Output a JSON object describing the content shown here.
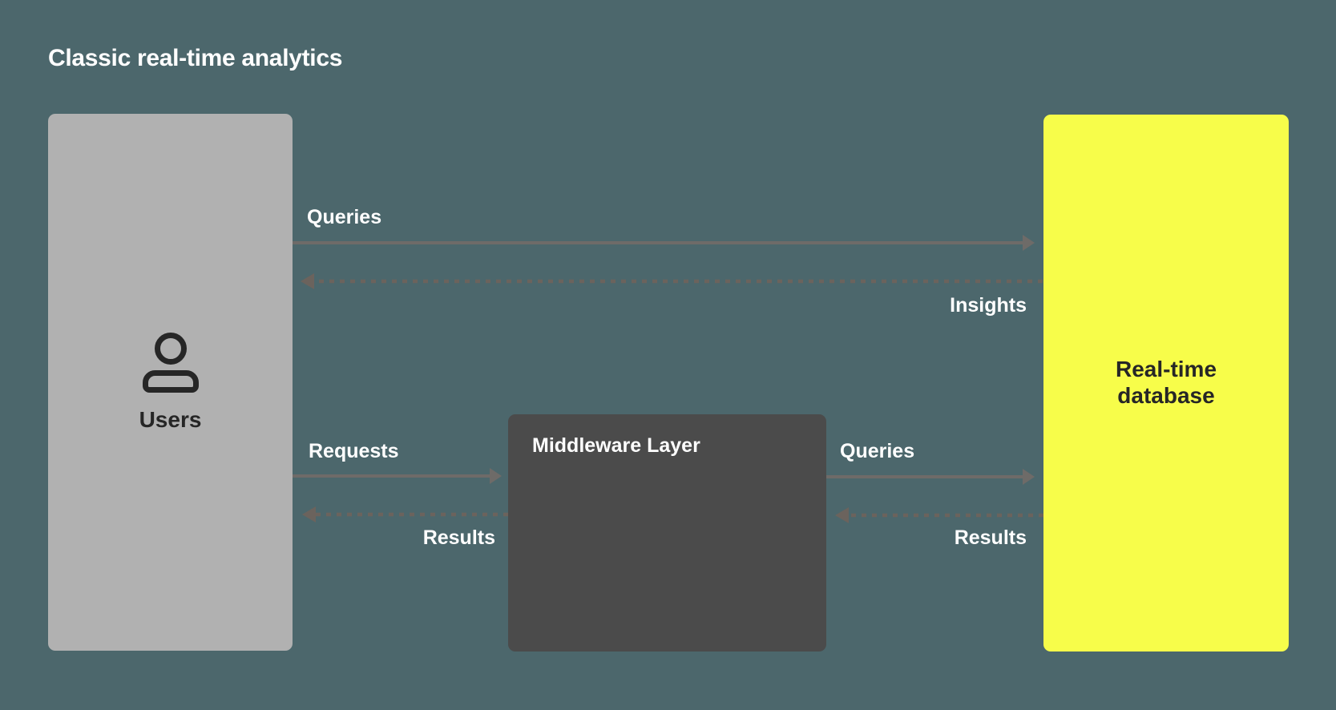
{
  "title": "Classic real-time analytics",
  "colors": {
    "background": "#4C676C",
    "users_box": "#B1B1B1",
    "middleware_box": "#4B4B4B",
    "database_box": "#F7FD4A",
    "arrow_solid": "#6E6B68",
    "arrow_dashed": "#6B635D",
    "label_text": "#FFFFFF",
    "middleware_text": "#FFFFFF",
    "box_text_dark": "#262626"
  },
  "nodes": {
    "users": {
      "label": "Users",
      "icon": "person-icon"
    },
    "middleware": {
      "label": "Middleware Layer"
    },
    "database": {
      "label": "Real-time database"
    }
  },
  "flows": [
    {
      "id": "queries-top",
      "label": "Queries",
      "from": "users",
      "to": "database",
      "style": "solid"
    },
    {
      "id": "insights",
      "label": "Insights",
      "from": "database",
      "to": "users",
      "style": "dashed"
    },
    {
      "id": "requests",
      "label": "Requests",
      "from": "users",
      "to": "middleware",
      "style": "solid"
    },
    {
      "id": "results-left",
      "label": "Results",
      "from": "middleware",
      "to": "users",
      "style": "dashed"
    },
    {
      "id": "queries-right",
      "label": "Queries",
      "from": "middleware",
      "to": "database",
      "style": "solid"
    },
    {
      "id": "results-right",
      "label": "Results",
      "from": "database",
      "to": "middleware",
      "style": "dashed"
    }
  ]
}
